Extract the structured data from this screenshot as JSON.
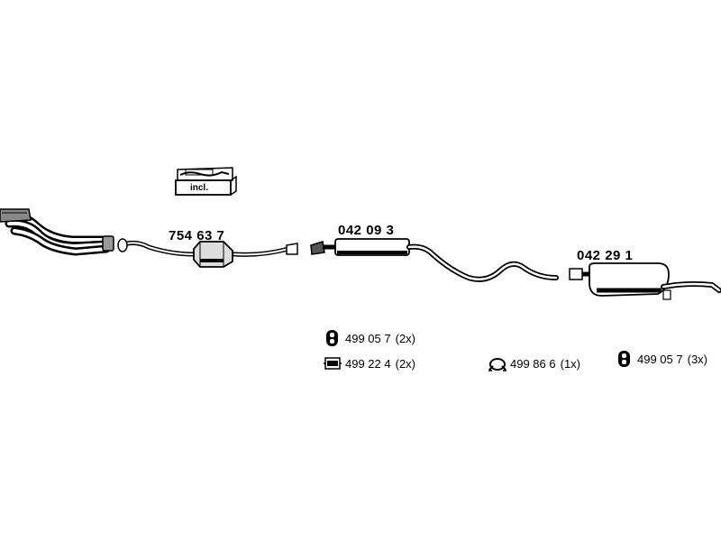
{
  "parts": {
    "catalytic_converter": "754 63 7",
    "front_silencer": "042 09 3",
    "rear_silencer": "042 29 1"
  },
  "kit_box": {
    "label": "incl."
  },
  "accessories": [
    {
      "code": "499 05 7",
      "qty": "(2x)",
      "icon": "rubber-hanger-icon"
    },
    {
      "code": "499 22 4",
      "qty": "(2x)",
      "icon": "clamp-icon"
    },
    {
      "code": "499 86 6",
      "qty": "(1x)",
      "icon": "gasket-ring-icon"
    },
    {
      "code": "499 05 7",
      "qty": "(3x)",
      "icon": "rubber-hanger-icon"
    }
  ]
}
